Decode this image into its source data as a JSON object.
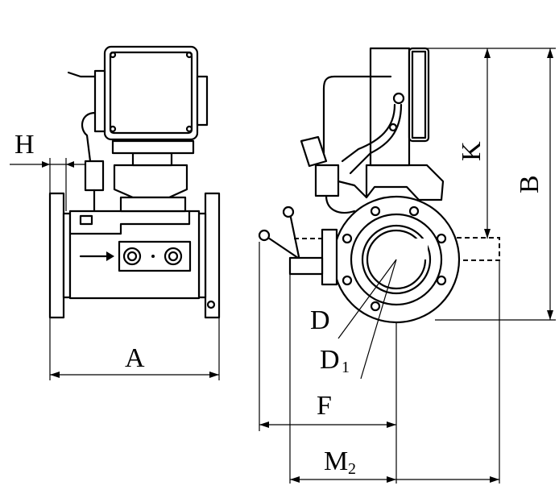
{
  "labels": {
    "H": "H",
    "A": "A",
    "K": "K",
    "B": "B",
    "D": "D",
    "D1_main": "D",
    "D1_sub": "1",
    "F": "F",
    "M2_main": "M",
    "M2_sub": "2"
  },
  "colors": {
    "line": "#000000",
    "background": "#ffffff"
  }
}
